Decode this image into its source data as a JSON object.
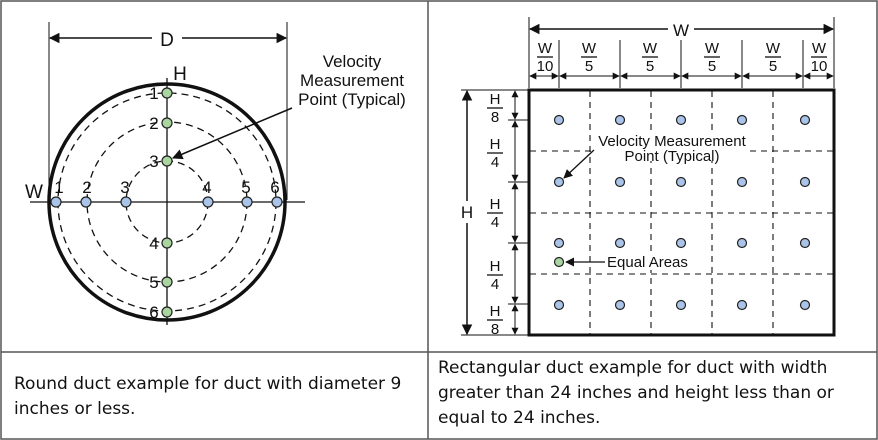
{
  "round": {
    "diameter_label": "D",
    "vertical_axis_label": "H",
    "horizontal_axis_label": "W",
    "callout_line1": "Velocity",
    "callout_line2": "Measurement",
    "callout_line3": "Point (Typical)",
    "vertical_points": [
      "1",
      "2",
      "3",
      "4",
      "5",
      "6"
    ],
    "horizontal_points": [
      "1",
      "2",
      "3",
      "4",
      "5",
      "6"
    ],
    "caption": "Round duct example for duct with diameter 9 inches or less."
  },
  "rect": {
    "width_label": "W",
    "height_label": "H",
    "width_fraction_numerator": "W",
    "width_fraction_denominators": [
      "10",
      "5",
      "5",
      "5",
      "5",
      "10"
    ],
    "height_fraction_numerator": "H",
    "height_fraction_denominators": [
      "8",
      "4",
      "4",
      "4",
      "8"
    ],
    "callout_line1": "Velocity Measurement",
    "callout_line2": "Point (Typical)",
    "equal_areas_label": "Equal Areas",
    "caption": "Rectangular duct example for duct with width greater than 24 inches and height less than or equal to 24 inches."
  },
  "colors": {
    "green_point": "#a9d6a0",
    "blue_point": "#a9c4e8",
    "outline": "#111111"
  }
}
